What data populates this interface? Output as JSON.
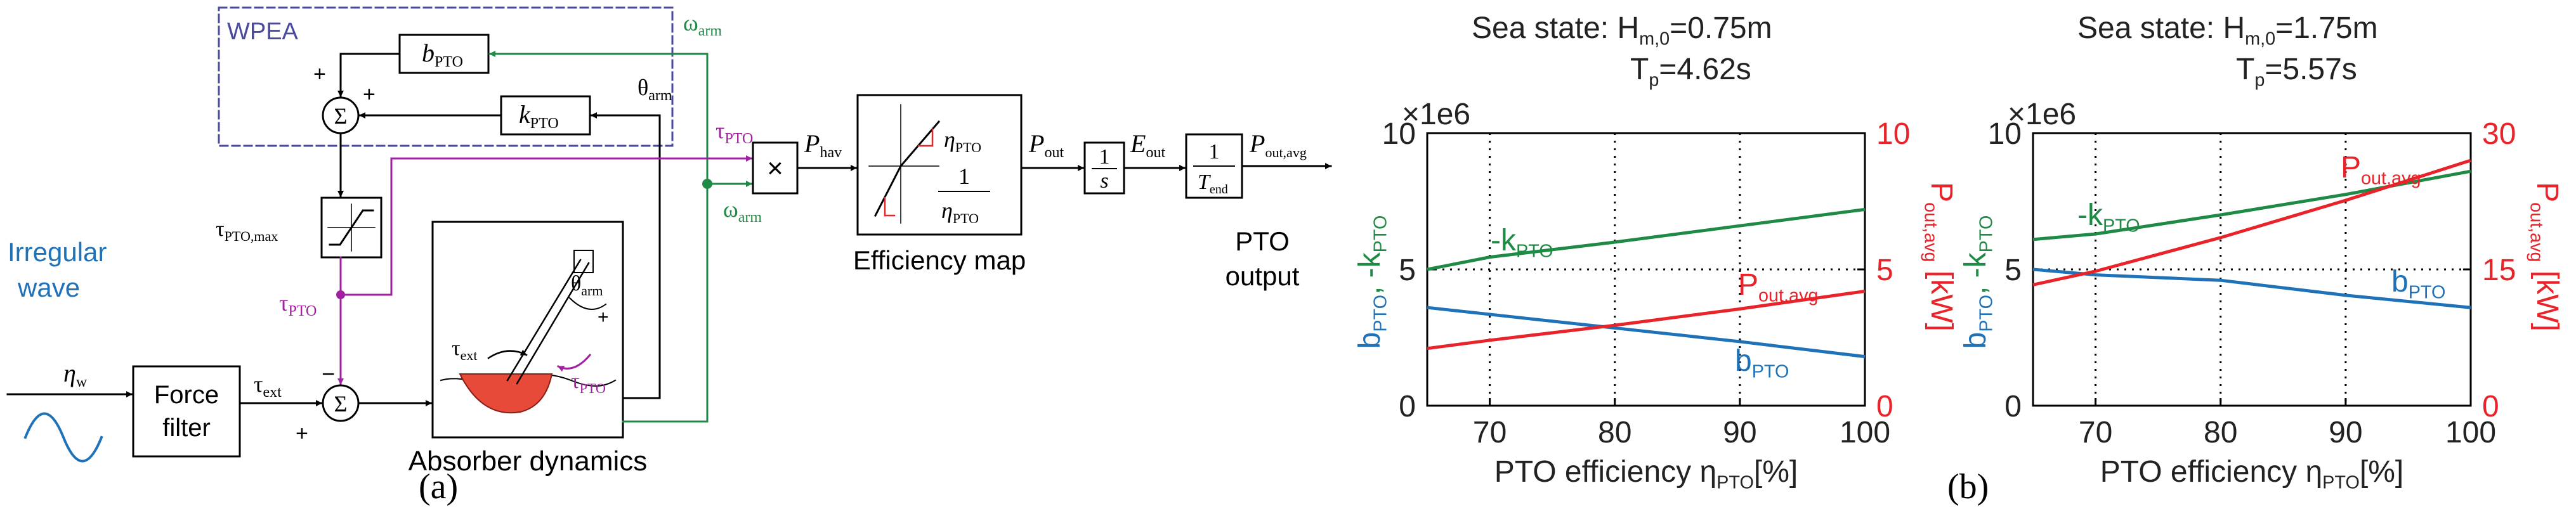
{
  "colors": {
    "green": "#1f8a45",
    "purple": "#a020a0",
    "blue": "#1f72b8",
    "red": "#e8232a",
    "wpea_border": "#4a4a9c",
    "wave": "#1f72b8"
  },
  "diagram": {
    "panel_label": "(a)",
    "wpea_label": "WPEA",
    "signals": {
      "omega_arm_1": "ω",
      "omega_arm_sub_1": "arm",
      "omega_arm_2": "ω",
      "omega_arm_sub_2": "arm",
      "theta_arm_1": "θ",
      "theta_arm_sub_1": "arm",
      "theta_arm_2": "θ",
      "theta_arm_sub_2": "arm",
      "tau_pto_1": "τ",
      "tau_pto_sub_1": "PTO",
      "tau_pto_2": "τ",
      "tau_pto_sub_2": "PTO",
      "tau_pto_3": "τ",
      "tau_pto_sub_3": "PTO",
      "tau_ext_1": "τ",
      "tau_ext_sub_1": "ext",
      "tau_ext_2": "τ",
      "tau_ext_sub_2": "ext",
      "p_hav": "P",
      "p_hav_sub": "hav",
      "p_out": "P",
      "p_out_sub": "out",
      "e_out": "E",
      "e_out_sub": "out",
      "p_out_avg": "P",
      "p_out_avg_sub": "out,avg",
      "eta_w": "η",
      "eta_w_sub": "w"
    },
    "blocks": {
      "b_pto": "b",
      "b_pto_sub": "PTO",
      "k_pto": "k",
      "k_pto_sub": "PTO",
      "sigma": "Σ",
      "sat_label": "τ",
      "sat_label_sub": "PTO,max",
      "force_filter_1": "Force",
      "force_filter_2": "filter",
      "multiply": "×",
      "eff_eta": "η",
      "eff_eta_sub": "PTO",
      "eff_one": "1",
      "eff_eta_den": "η",
      "eff_eta_den_sub": "PTO",
      "int_num": "1",
      "int_den": "s",
      "avg_num": "1",
      "avg_den": "T",
      "avg_den_sub": "end"
    },
    "captions": {
      "irregular_1": "Irregular",
      "irregular_2": "wave",
      "absorber": "Absorber dynamics",
      "efficiency_map": "Efficiency map",
      "pto_output_1": "PTO",
      "pto_output_2": "output"
    },
    "signs": {
      "plus": "+",
      "minus": "−"
    }
  },
  "panel_b_label": "(b)",
  "chart_data": [
    {
      "type": "line",
      "title_line1": "Sea state: H",
      "title_h_sub": "m,0",
      "title_h_val": "=0.75m",
      "title_line2": "T",
      "title_t_sub": "p",
      "title_t_val": "=4.62s",
      "xlabel": "PTO efficiency η",
      "xlabel_sub": "PTO",
      "xlabel_unit": "[%]",
      "ylabel_left": "b",
      "ylabel_left_sub1": "PTO",
      "ylabel_left_mid": ", -k",
      "ylabel_left_sub2": "PTO",
      "ylabel_right": "P",
      "ylabel_right_sub": "out,avg",
      "ylabel_right_unit": "[kW]",
      "left_exponent": "×1e6",
      "x": [
        65,
        70,
        80,
        90,
        100
      ],
      "xlim": [
        65,
        100
      ],
      "ylim_left": [
        0,
        10
      ],
      "ylim_right": [
        0,
        10
      ],
      "xticks": [
        "70",
        "80",
        "90",
        "100"
      ],
      "yticks_left": [
        "0",
        "5",
        "10"
      ],
      "yticks_right": [
        "0",
        "5",
        "10"
      ],
      "grid": "dotted at x=70,80,90 and y=5",
      "series": [
        {
          "name": "-k",
          "name_sub": "PTO",
          "axis": "left",
          "color": "#1f8a45",
          "values": [
            5.0,
            5.45,
            6.0,
            6.6,
            7.2
          ]
        },
        {
          "name": "b",
          "name_sub": "PTO",
          "axis": "left",
          "color": "#1f72b8",
          "values": [
            3.6,
            3.35,
            2.85,
            2.35,
            1.8
          ]
        },
        {
          "name": "P",
          "name_sub": "out,avg",
          "axis": "right",
          "color": "#e8232a",
          "values": [
            2.1,
            2.4,
            2.95,
            3.55,
            4.2
          ]
        }
      ]
    },
    {
      "type": "line",
      "title_line1": "Sea state: H",
      "title_h_sub": "m,0",
      "title_h_val": "=1.75m",
      "title_line2": "T",
      "title_t_sub": "p",
      "title_t_val": "=5.57s",
      "xlabel": "PTO efficiency η",
      "xlabel_sub": "PTO",
      "xlabel_unit": "[%]",
      "ylabel_left": "b",
      "ylabel_left_sub1": "PTO",
      "ylabel_left_mid": ", -k",
      "ylabel_left_sub2": "PTO",
      "ylabel_right": "P",
      "ylabel_right_sub": "out,avg",
      "ylabel_right_unit": "[kW]",
      "left_exponent": "×1e6",
      "x": [
        65,
        70,
        80,
        90,
        100
      ],
      "xlim": [
        65,
        100
      ],
      "ylim_left": [
        0,
        10
      ],
      "ylim_right": [
        0,
        30
      ],
      "xticks": [
        "70",
        "80",
        "90",
        "100"
      ],
      "yticks_left": [
        "0",
        "5",
        "10"
      ],
      "yticks_right": [
        "0",
        "15",
        "30"
      ],
      "grid": "dotted at x=70,80,90 and y=5",
      "series": [
        {
          "name": "-k",
          "name_sub": "PTO",
          "axis": "left",
          "color": "#1f8a45",
          "values": [
            6.1,
            6.3,
            7.0,
            7.75,
            8.6
          ]
        },
        {
          "name": "b",
          "name_sub": "PTO",
          "axis": "left",
          "color": "#1f72b8",
          "values": [
            5.0,
            4.8,
            4.6,
            4.05,
            3.6
          ]
        },
        {
          "name": "P",
          "name_sub": "out,avg",
          "axis": "right",
          "color": "#e8232a",
          "values": [
            13.3,
            14.8,
            18.5,
            22.6,
            27.0
          ]
        }
      ]
    }
  ]
}
